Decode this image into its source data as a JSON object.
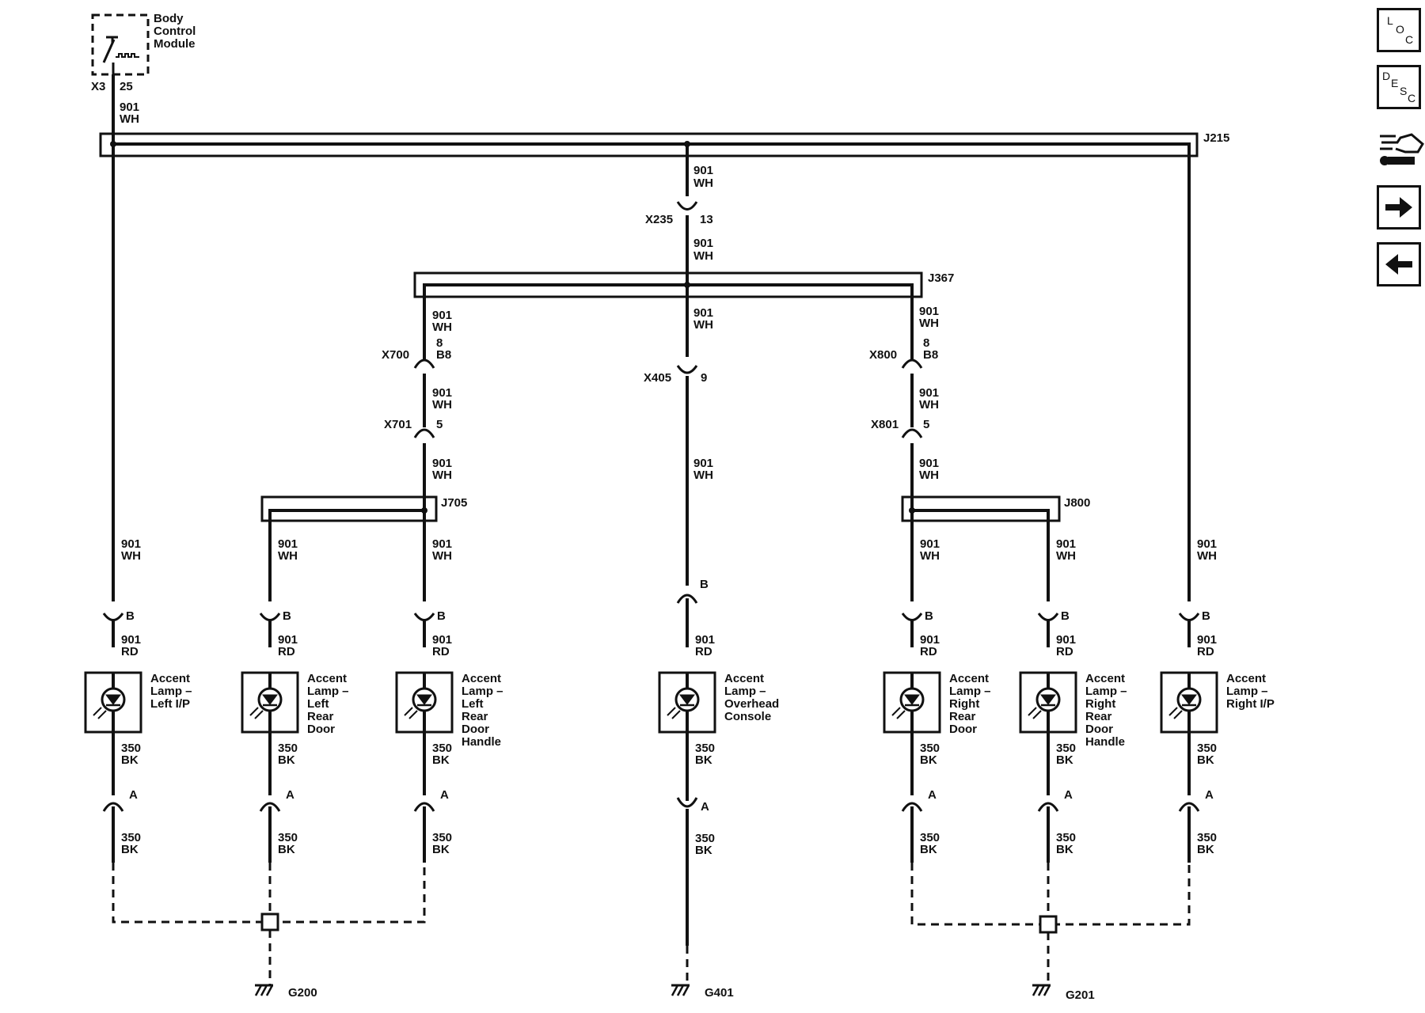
{
  "sidebar": {
    "loc": {
      "l1": "L",
      "l2": "O",
      "l3": "C"
    },
    "desc": {
      "l1": "D",
      "l2": "E",
      "l3": "S",
      "l4": "C"
    }
  },
  "module": {
    "name_l1": "Body",
    "name_l2": "Control",
    "name_l3": "Module",
    "connector": "X3",
    "pin": "25"
  },
  "wires": {
    "circuit": "901",
    "wh": "WH",
    "rd": "RD",
    "gnd_circuit": "350",
    "bk": "BK"
  },
  "splices": {
    "j215": "J215",
    "j367": "J367",
    "j705": "J705",
    "j800": "J800"
  },
  "connectors": {
    "x235": "X235",
    "x235_pin": "13",
    "x700": "X700",
    "x700_pin1": "8",
    "x700_pin2": "B8",
    "x800": "X800",
    "x800_pin1": "8",
    "x800_pin2": "B8",
    "x405": "X405",
    "x405_pin": "9",
    "x701": "X701",
    "x701_pin": "5",
    "x801": "X801",
    "x801_pin": "5",
    "pin_b": "B",
    "pin_a": "A"
  },
  "lamps": {
    "left_ip": [
      "Accent",
      "Lamp –",
      "Left I/P"
    ],
    "left_rear_door": [
      "Accent",
      "Lamp –",
      "Left",
      "Rear",
      "Door"
    ],
    "left_rear_handle": [
      "Accent",
      "Lamp –",
      "Left",
      "Rear",
      "Door",
      "Handle"
    ],
    "overhead": [
      "Accent",
      "Lamp –",
      "Overhead",
      "Console"
    ],
    "right_rear_door": [
      "Accent",
      "Lamp –",
      "Right",
      "Rear",
      "Door"
    ],
    "right_rear_handle": [
      "Accent",
      "Lamp –",
      "Right",
      "Rear",
      "Door",
      "Handle"
    ],
    "right_ip": [
      "Accent",
      "Lamp –",
      "Right I/P"
    ]
  },
  "grounds": {
    "g200": "G200",
    "g401": "G401",
    "g201": "G201"
  }
}
